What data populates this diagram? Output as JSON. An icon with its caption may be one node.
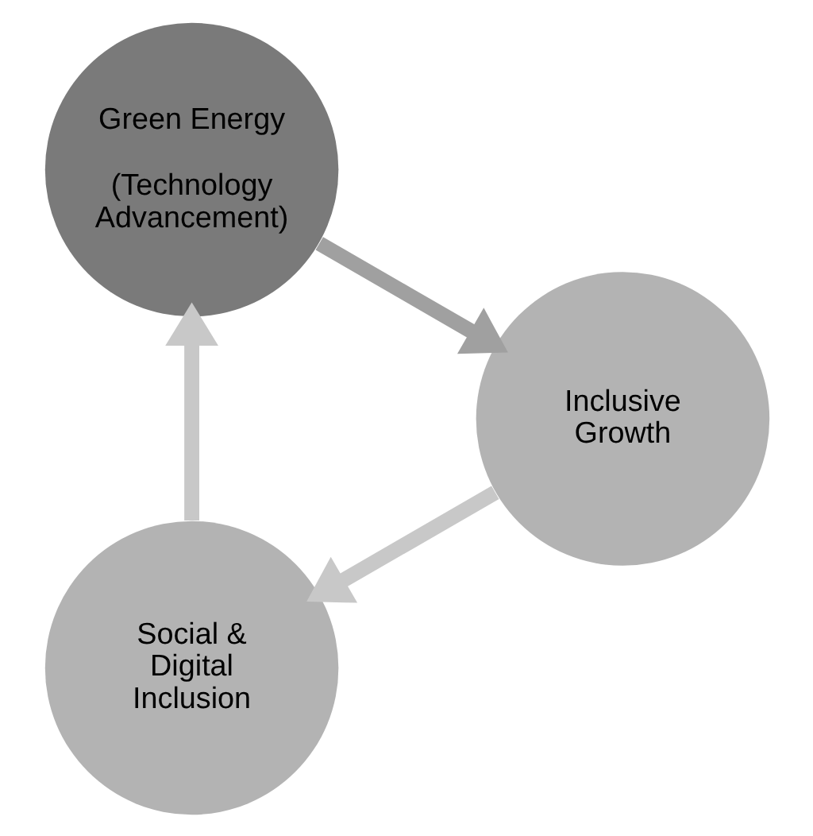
{
  "diagram": {
    "nodes": [
      {
        "text": [
          "Social & Digital Inclusion"
        ]
      },
      {
        "text": [
          "Green Energy",
          "(Technology Advancement)"
        ]
      },
      {
        "text": [
          "Inclusive Growth"
        ]
      }
    ],
    "edges": [
      {
        "from": 0,
        "to": 1,
        "arrow": "to"
      },
      {
        "from": 1,
        "to": 2,
        "arrow": "to",
        "color": "#a0a0a0"
      },
      {
        "from": 2,
        "to": 0,
        "arrow": "to"
      }
    ]
  }
}
